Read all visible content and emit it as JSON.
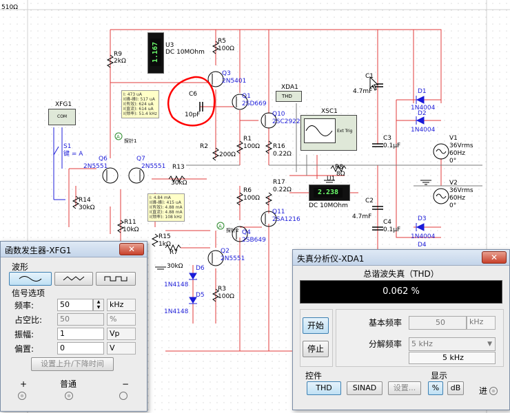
{
  "schematic": {
    "top_left_label": "510Ω",
    "components": {
      "U3": {
        "ref": "U3",
        "type": "DC  10MOhm",
        "value": "1.167"
      },
      "R5": {
        "ref": "R5",
        "value": "100Ω"
      },
      "R9": {
        "ref": "R9",
        "value": "2kΩ"
      },
      "Q3": {
        "ref": "Q3",
        "model": "2N5401"
      },
      "C6": {
        "ref": "C6",
        "value": "10pF"
      },
      "Q1": {
        "ref": "Q1",
        "model": "2SD669"
      },
      "XDA1": {
        "ref": "XDA1",
        "text": "THD"
      },
      "C1": {
        "ref": "C1",
        "value": "4.7mF"
      },
      "D1": {
        "ref": "D1",
        "model": "1N4004"
      },
      "D2": {
        "ref": "D2",
        "model": "1N4004"
      },
      "D3": {
        "ref": "D3",
        "model": "1N4004"
      },
      "D4": {
        "ref": "D4"
      },
      "XFG1": {
        "ref": "XFG1",
        "text": "COM"
      },
      "XSC1": {
        "ref": "XSC1",
        "text": "Ext Trig"
      },
      "Q10": {
        "ref": "Q10",
        "model": "2SC2922"
      },
      "R1": {
        "ref": "R1",
        "value": "100Ω"
      },
      "R16": {
        "ref": "R16",
        "value": "0.22Ω"
      },
      "C3": {
        "ref": "C3",
        "value": "0.1μF"
      },
      "V1": {
        "ref": "V1",
        "line1": "36Vrms",
        "line2": "60Hz",
        "line3": "0°"
      },
      "V2": {
        "ref": "V2",
        "line1": "36Vrms",
        "line2": "60Hz",
        "line3": "0°"
      },
      "S1": {
        "ref": "S1",
        "key": "键 = A"
      },
      "Q6": {
        "ref": "Q6",
        "model": "2N5551"
      },
      "Q7": {
        "ref": "Q7",
        "model": "2N5551"
      },
      "R2": {
        "ref": "R2",
        "value": "200Ω"
      },
      "R13": {
        "ref": "R13",
        "value": "30kΩ"
      },
      "R8": {
        "ref": "R8",
        "value": "8Ω"
      },
      "U1": {
        "ref": "U1",
        "type": "DC  10MOhm",
        "value": "2.238"
      },
      "R6": {
        "ref": "R6",
        "value": "100Ω"
      },
      "R17": {
        "ref": "R17",
        "value": "0.22Ω"
      },
      "R14": {
        "ref": "R14",
        "value": "30kΩ"
      },
      "C2": {
        "ref": "C2",
        "value": "4.7mF"
      },
      "Q11": {
        "ref": "Q11",
        "model": "2SA1216"
      },
      "C4": {
        "ref": "C4",
        "value": "0.1μF"
      },
      "R11": {
        "ref": "R11",
        "value": "10kΩ"
      },
      "Q4": {
        "ref": "Q4",
        "model": "2SB649"
      },
      "R15": {
        "ref": "R15",
        "value": "1kΩ"
      },
      "R7": {
        "ref": "R7",
        "value": "30kΩ"
      },
      "Q2": {
        "ref": "Q2",
        "model": "2N5551"
      },
      "D6": {
        "ref": "D6",
        "model": "1N4148"
      },
      "D5": {
        "ref": "D5",
        "model": "1N4148"
      },
      "R3": {
        "ref": "R3",
        "value": "100Ω"
      }
    },
    "probe1": {
      "tag": "A",
      "name": "探针1",
      "lines": [
        "I: 473 uA",
        "I(峰-峰): 517 uA",
        "I(有效): 624 uA",
        "I(直流): 614 uA",
        "I(频率): 51.4 kHz"
      ]
    },
    "probe2": {
      "tag": "A",
      "name": "探针2",
      "lines": [
        "I: 4.84 mA",
        "I(峰-峰): 415 uA",
        "I(有效): 4.88 mA",
        "I(直流): 4.88 mA",
        "I(频率): 108 kHz"
      ]
    }
  },
  "function_generator": {
    "title": "函数发生器-XFG1",
    "close_symbol": "✕",
    "waveform_group": "波形",
    "signal_group": "信号选项",
    "frequency": {
      "label": "频率:",
      "value": "50",
      "unit": "kHz"
    },
    "duty_cycle": {
      "label": "占空比:",
      "value": "50",
      "unit": "%"
    },
    "amplitude": {
      "label": "振幅:",
      "value": "1",
      "unit": "Vp"
    },
    "offset": {
      "label": "偏置:",
      "value": "0",
      "unit": "V"
    },
    "rise_fall_button": "设置上升/下降时间",
    "plus": "+",
    "common": "普通",
    "minus": "−"
  },
  "distortion_analyzer": {
    "title": "失真分析仪-XDA1",
    "close_symbol": "✕",
    "thd_header": "总谐波失真（THD）",
    "thd_value": "0.062 %",
    "start_button": "开始",
    "stop_button": "停止",
    "fundamental": {
      "label": "基本频率",
      "value": "50",
      "unit": "kHz"
    },
    "resolution": {
      "label": "分解频率",
      "selected": "5 kHz",
      "display": "5 kHz"
    },
    "controls_label": "控件",
    "display_label": "显示",
    "thd_button": "THD",
    "sinad_button": "SINAD",
    "settings_button": "设置...",
    "percent_button": "%",
    "db_button": "dB",
    "in_label": "进"
  },
  "colors": {
    "wire_red": "#e23a3a",
    "wire_blue": "#1b1bd8",
    "annotation_red": "#ff0000",
    "meter_green": "#6cff6c"
  }
}
